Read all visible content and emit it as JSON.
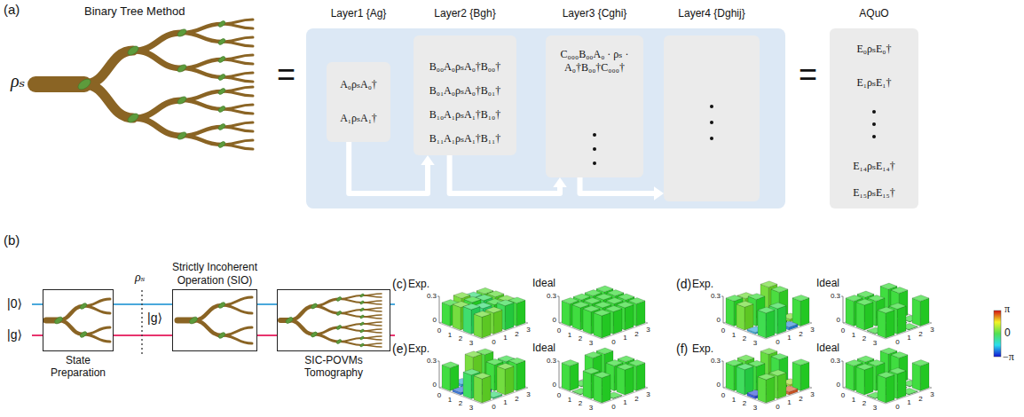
{
  "diagram": {
    "nodes": [
      {
        "text": [
          "Layer1 {Ag}",
          "A₀ρₛA₀†",
          "A₁ρₛA₁†"
        ]
      },
      {
        "text": [
          "Layer2 {Bgh}",
          "B₀₀A₀ρₛA₀†B₀₀†",
          "B₀₁A₀ρₛA₀†B₀₁†",
          "B₁₀A₁ρₛA₁†B₁₀†",
          "B₁₁A₁ρₛA₁†B₁₁†"
        ]
      },
      {
        "text": [
          "Layer3 {Cghi}",
          "C₀₀₀B₀₀A₀ · ρₛ · A₀†B₀₀†C₀₀₀†"
        ]
      },
      {
        "text": [
          "Layer4 {Dghij}"
        ]
      },
      {
        "text": [
          "AQuO",
          "E₀ρₛE₀†",
          "E₁ρₛE₁†",
          "E₁₄ρₛE₁₄†",
          "E₁₅ρₛE₁₅†"
        ]
      },
      {
        "text": [
          "State Preparation"
        ]
      },
      {
        "text": [
          "Strictly Incoherent Operation (SIO)"
        ]
      },
      {
        "text": [
          "SIC-POVMs Tomography"
        ]
      }
    ],
    "edges": [
      {
        "from": 0,
        "to": 1,
        "arrow": "to"
      },
      {
        "from": 1,
        "to": 2,
        "arrow": "to"
      },
      {
        "from": 2,
        "to": 3,
        "arrow": "to"
      }
    ],
    "labels": [
      "(a)",
      "Binary Tree Method",
      "ρₛ",
      "=",
      "=",
      "(b)",
      "|0⟩",
      "|g⟩",
      "ρₛ",
      "|g⟩",
      "π",
      "0",
      "−π",
      "(c)",
      "Exp.",
      "Ideal",
      "0.3",
      "0",
      "0",
      "1",
      "2",
      "3",
      "0",
      "1",
      "2",
      "3",
      "0.3",
      "0",
      "0",
      "1",
      "2",
      "3",
      "0",
      "1",
      "2",
      "3",
      "(d)",
      "Exp.",
      "Ideal",
      "0.3",
      "0",
      "0",
      "1",
      "2",
      "3",
      "0",
      "1",
      "2",
      "3",
      "0.3",
      "0",
      "0",
      "1",
      "2",
      "3",
      "0",
      "1",
      "2",
      "3",
      "(e)",
      "Exp.",
      "Ideal",
      "0.3",
      "0",
      "0",
      "1",
      "2",
      "3",
      "0",
      "1",
      "2",
      "3",
      "0.3",
      "0",
      "0",
      "1",
      "2",
      "3",
      "0",
      "1",
      "2",
      "3",
      "(f)",
      "Exp.",
      "Ideal",
      "0.3",
      "0",
      "0",
      "1",
      "2",
      "3",
      "0",
      "1",
      "2",
      "3",
      "0.3",
      "0",
      "0",
      "1",
      "2",
      "3",
      "0",
      "1",
      "2",
      "3"
    ]
  }
}
